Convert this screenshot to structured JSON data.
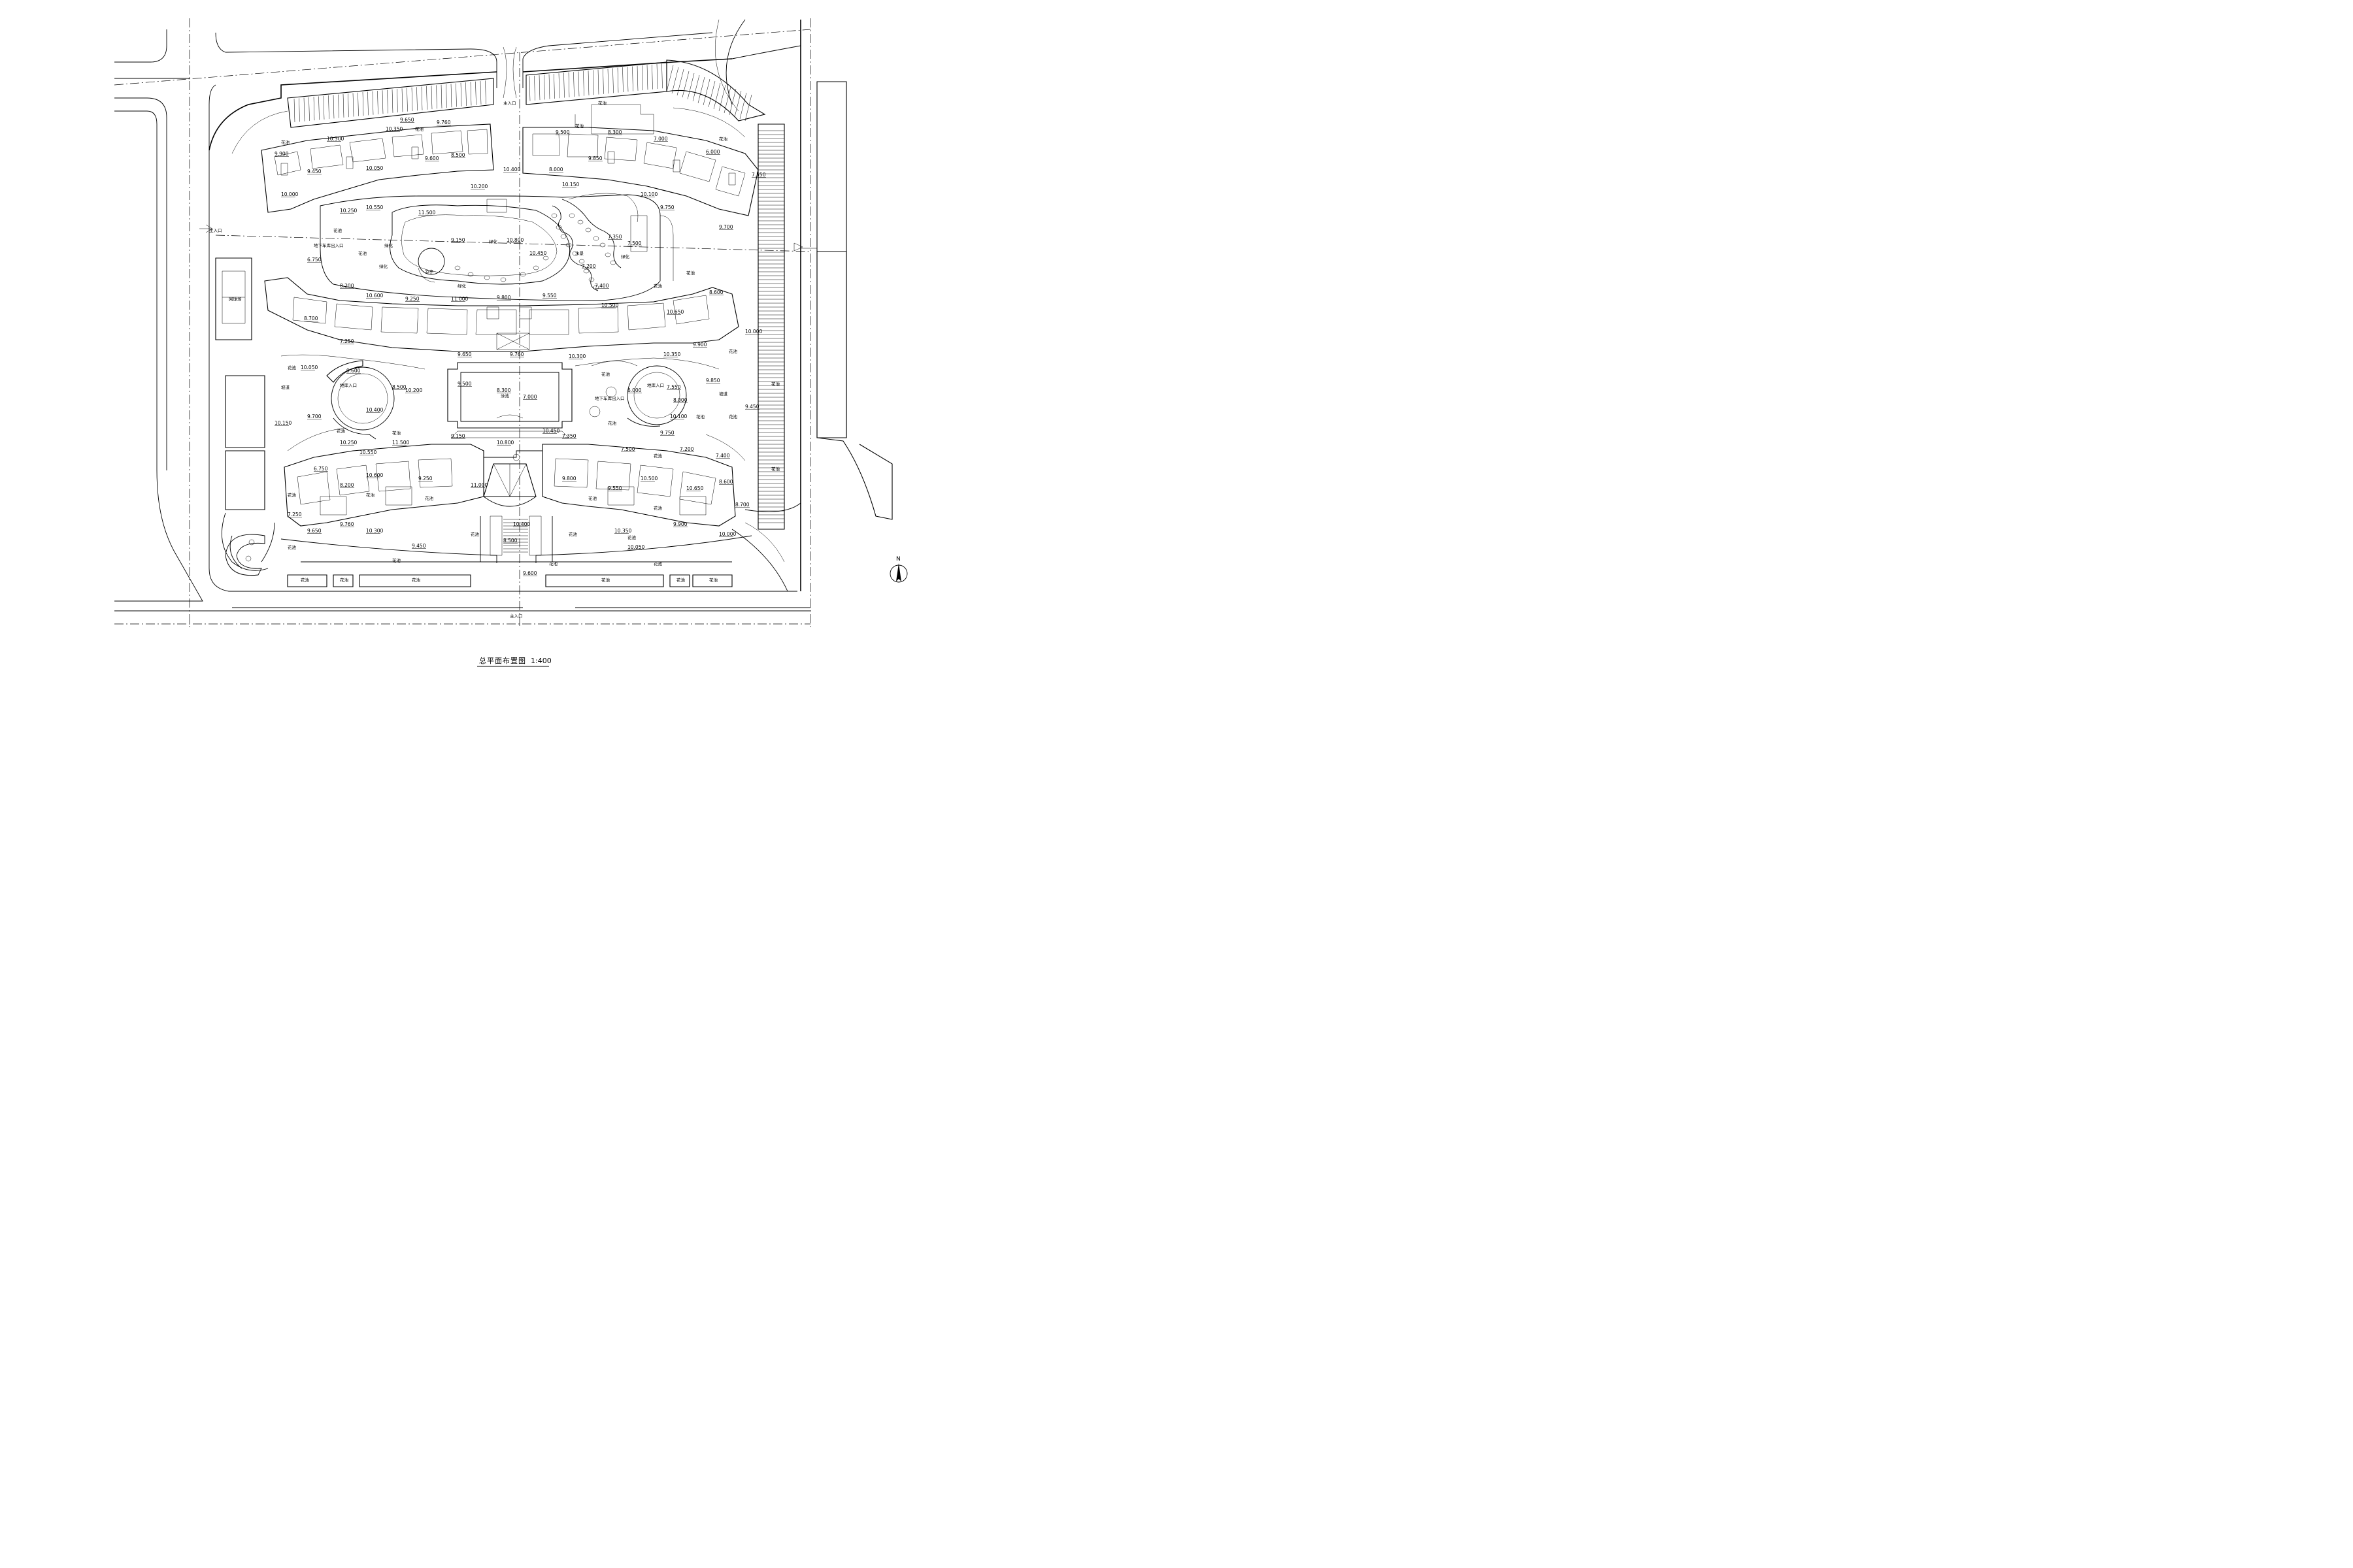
{
  "drawing": {
    "title": "总平面布置图",
    "scale": "1:400",
    "north_label": "N"
  },
  "labels": {
    "planting": "花池",
    "greenery": "绿化",
    "pool": "泳池",
    "tennis_court": "网球场",
    "entrance": "主入口",
    "ramp": "坡道",
    "basement_entry": "地库入口",
    "underground_entry": "地下车库出入口",
    "pavilion": "凉亭",
    "water_feature": "水景"
  },
  "elevations": [
    "9.650",
    "9.760",
    "10.300",
    "10.350",
    "9.900",
    "10.000",
    "9.450",
    "10.050",
    "9.600",
    "8.500",
    "10.400",
    "10.200",
    "9.500",
    "8.300",
    "7.000",
    "6.000",
    "7.550",
    "8.000",
    "9.850",
    "10.100",
    "9.750",
    "9.700",
    "10.150",
    "10.250",
    "10.550",
    "11.500",
    "9.150",
    "10.800",
    "10.450",
    "7.350",
    "7.500",
    "7.200",
    "7.400",
    "6.750",
    "8.200",
    "10.600",
    "9.250",
    "11.000",
    "9.800",
    "9.550",
    "10.500",
    "10.650",
    "8.600",
    "8.700",
    "7.250"
  ]
}
